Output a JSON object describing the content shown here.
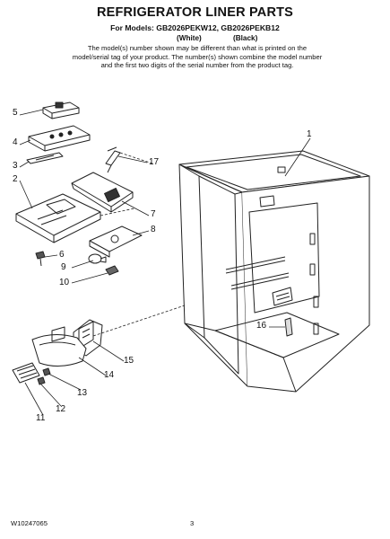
{
  "title": "REFRIGERATOR LINER PARTS",
  "models_line": "For Models: GB2026PEKW12, GB2026PEKB12",
  "variant_white": "(White)",
  "variant_black": "(Black)",
  "note": "The model(s) number shown may be different than what is printed on the model/serial tag of your product. The number(s) shown combine the model number and the first two digits of the serial number from the product tag.",
  "callouts": [
    "1",
    "2",
    "3",
    "4",
    "5",
    "6",
    "7",
    "8",
    "9",
    "10",
    "11",
    "12",
    "13",
    "14",
    "15",
    "16",
    "17"
  ],
  "footer": {
    "doc_number": "W10247065",
    "page_number": "3"
  }
}
